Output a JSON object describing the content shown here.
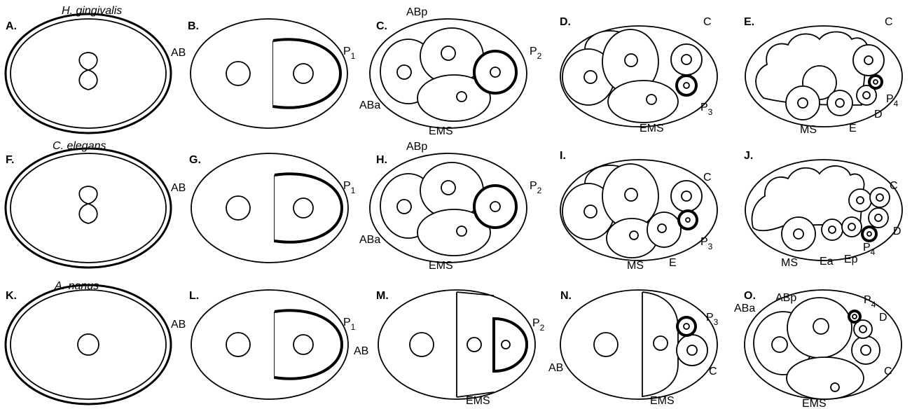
{
  "species": {
    "row1": "H. gingivalis",
    "row2": "C. elegans",
    "row3": "A. nanus"
  },
  "panels": {
    "A": "A.",
    "B": "B.",
    "C": "C.",
    "D": "D.",
    "E": "E.",
    "F": "F.",
    "G": "G.",
    "H": "H.",
    "I": "I.",
    "J": "J.",
    "K": "K.",
    "L": "L.",
    "M": "M.",
    "N": "N.",
    "O": "O."
  },
  "cells": {
    "AB": "AB",
    "ABa": "ABa",
    "ABp": "ABp",
    "EMS": "EMS",
    "MS": "MS",
    "C": "C",
    "D": "D",
    "E": "E",
    "Ea": "Ea",
    "Ep": "Ep",
    "P": "P",
    "sub1": "1",
    "sub2": "2",
    "sub3": "3",
    "sub4": "4"
  }
}
